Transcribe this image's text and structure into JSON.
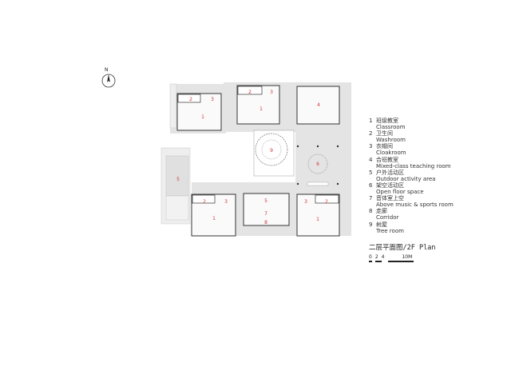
{
  "north_label": "N",
  "plan": {
    "room_numbers": [
      {
        "label": "1",
        "room": "classroom-top-left"
      },
      {
        "label": "2",
        "room": "washroom-top-left"
      },
      {
        "label": "3",
        "room": "cloakroom-top-left"
      },
      {
        "label": "1",
        "room": "classroom-top-middle"
      },
      {
        "label": "2",
        "room": "washroom-top-middle"
      },
      {
        "label": "3",
        "room": "cloakroom-top-middle"
      },
      {
        "label": "4",
        "room": "mixed-class"
      },
      {
        "label": "9",
        "room": "tree-room"
      },
      {
        "label": "6",
        "room": "open-floor"
      },
      {
        "label": "5",
        "room": "outdoor"
      },
      {
        "label": "1",
        "room": "classroom-bottom-left"
      },
      {
        "label": "2",
        "room": "washroom-bottom-left"
      },
      {
        "label": "3",
        "room": "cloakroom-bottom-left"
      },
      {
        "label": "5",
        "room": "outdoor-middle"
      },
      {
        "label": "7",
        "room": "music-sports"
      },
      {
        "label": "8",
        "room": "corridor"
      },
      {
        "label": "1",
        "room": "classroom-bottom-right"
      },
      {
        "label": "2",
        "room": "washroom-bottom-right"
      },
      {
        "label": "3",
        "room": "cloakroom-bottom-right"
      }
    ],
    "colors": {
      "floor": "#e4e4e4",
      "wall": "#333333",
      "label": "#d2333a"
    }
  },
  "legend": [
    {
      "num": "1",
      "zh": "班级教室",
      "en": "Classroom"
    },
    {
      "num": "2",
      "zh": "卫生间",
      "en": "Washroom"
    },
    {
      "num": "3",
      "zh": "衣帽间",
      "en": "Cloakroom"
    },
    {
      "num": "4",
      "zh": "合班教室",
      "en": "Mixed-class teaching room"
    },
    {
      "num": "5",
      "zh": "户外活动区",
      "en": "Outdoor activity area"
    },
    {
      "num": "6",
      "zh": "架空活动区",
      "en": "Open floor space"
    },
    {
      "num": "7",
      "zh": "音体室上空",
      "en": "Above music & sports room"
    },
    {
      "num": "8",
      "zh": "走廊",
      "en": "Corridor"
    },
    {
      "num": "9",
      "zh": "树屋",
      "en": "Tree room"
    }
  ],
  "title": "二层平面图/2F Plan",
  "scale": {
    "ticks": [
      "0",
      "2",
      "4",
      "10M"
    ]
  }
}
